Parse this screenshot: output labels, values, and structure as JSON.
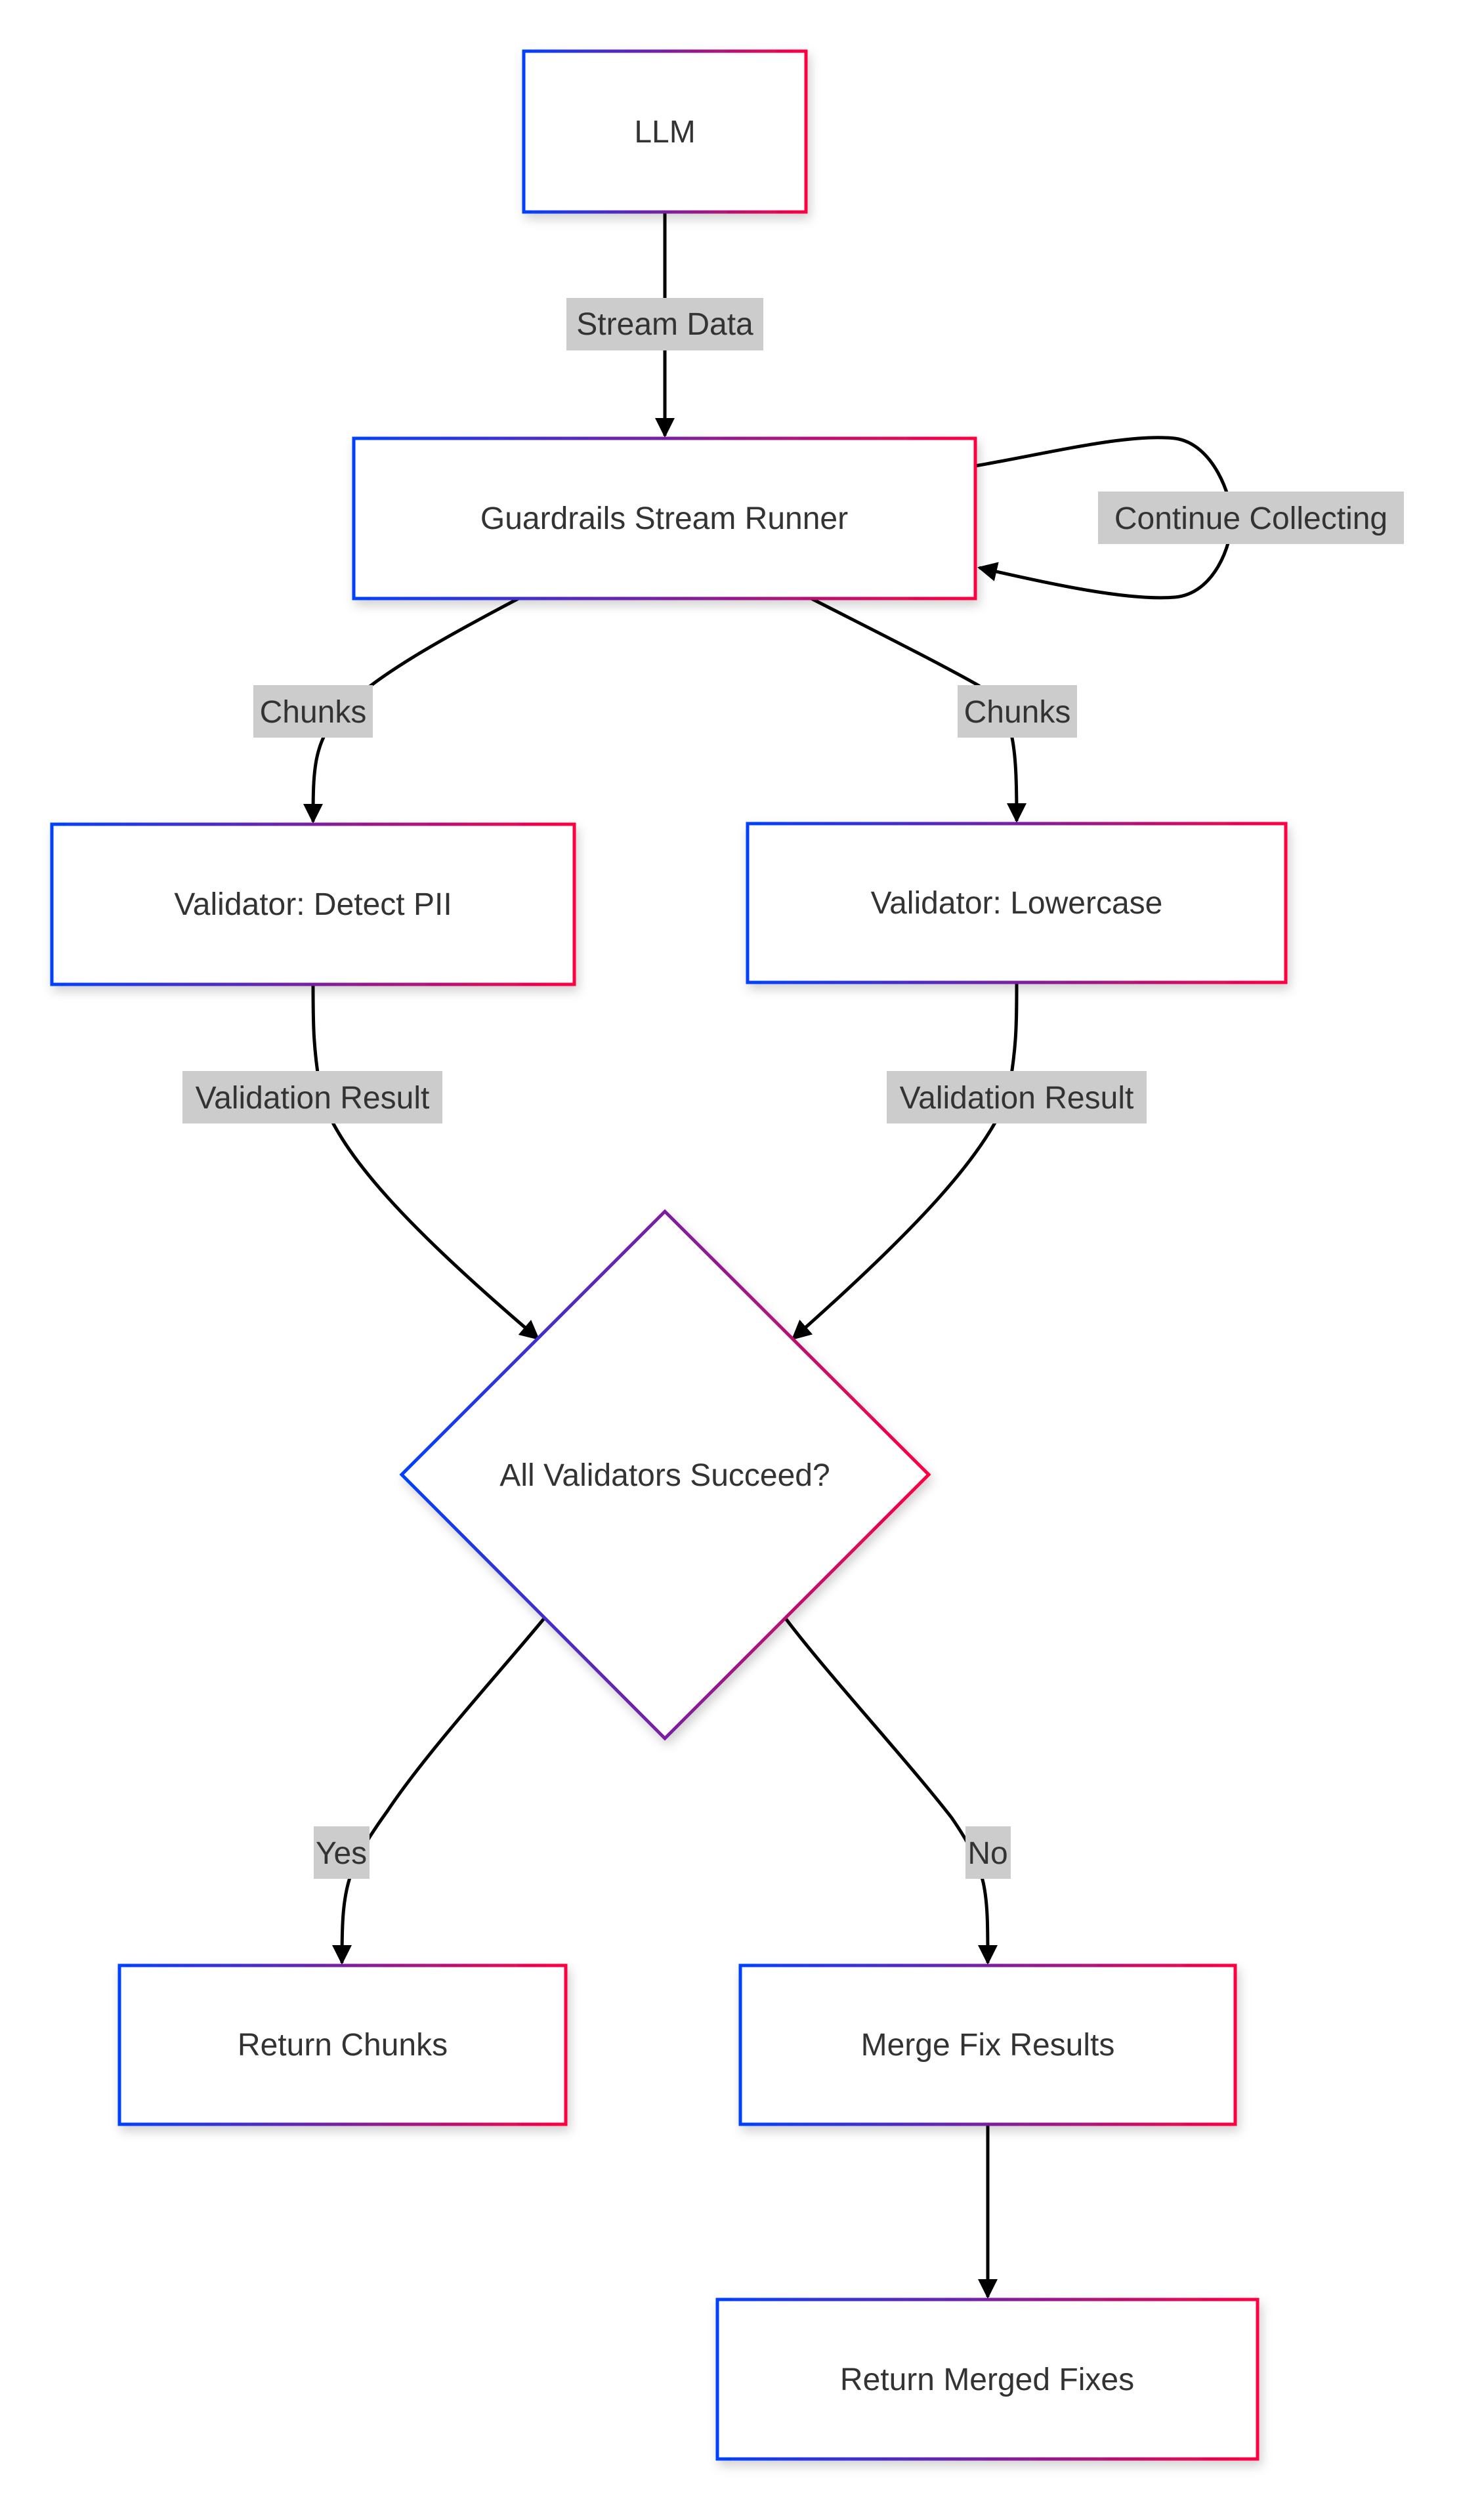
{
  "diagram": {
    "type": "flowchart",
    "colors": {
      "node_border_gradient_start": "#0040ff",
      "node_border_gradient_end": "#ff0040",
      "node_fill": "#ffffff",
      "edge_stroke": "#000000",
      "edge_label_bg": "#cccccc",
      "text": "#333333"
    },
    "nodes": [
      {
        "id": "llm",
        "label": "LLM",
        "shape": "rect"
      },
      {
        "id": "runner",
        "label": "Guardrails Stream Runner",
        "shape": "rect"
      },
      {
        "id": "pii",
        "label": "Validator: Detect PII",
        "shape": "rect"
      },
      {
        "id": "lower",
        "label": "Validator: Lowercase",
        "shape": "rect"
      },
      {
        "id": "decision",
        "label": "All Validators Succeed?",
        "shape": "diamond"
      },
      {
        "id": "return_chunks",
        "label": "Return Chunks",
        "shape": "rect"
      },
      {
        "id": "merge",
        "label": "Merge Fix Results",
        "shape": "rect"
      },
      {
        "id": "return_merged",
        "label": "Return Merged Fixes",
        "shape": "rect"
      }
    ],
    "edges": [
      {
        "id": "e1",
        "from": "llm",
        "to": "runner",
        "label": "Stream Data"
      },
      {
        "id": "e2",
        "from": "runner",
        "to": "runner",
        "label": "Continue Collecting"
      },
      {
        "id": "e3",
        "from": "runner",
        "to": "pii",
        "label": "Chunks"
      },
      {
        "id": "e4",
        "from": "runner",
        "to": "lower",
        "label": "Chunks"
      },
      {
        "id": "e5",
        "from": "pii",
        "to": "decision",
        "label": "Validation Result"
      },
      {
        "id": "e6",
        "from": "lower",
        "to": "decision",
        "label": "Validation Result"
      },
      {
        "id": "e7",
        "from": "decision",
        "to": "return_chunks",
        "label": "Yes"
      },
      {
        "id": "e8",
        "from": "decision",
        "to": "merge",
        "label": "No"
      },
      {
        "id": "e9",
        "from": "merge",
        "to": "return_merged",
        "label": ""
      }
    ]
  }
}
